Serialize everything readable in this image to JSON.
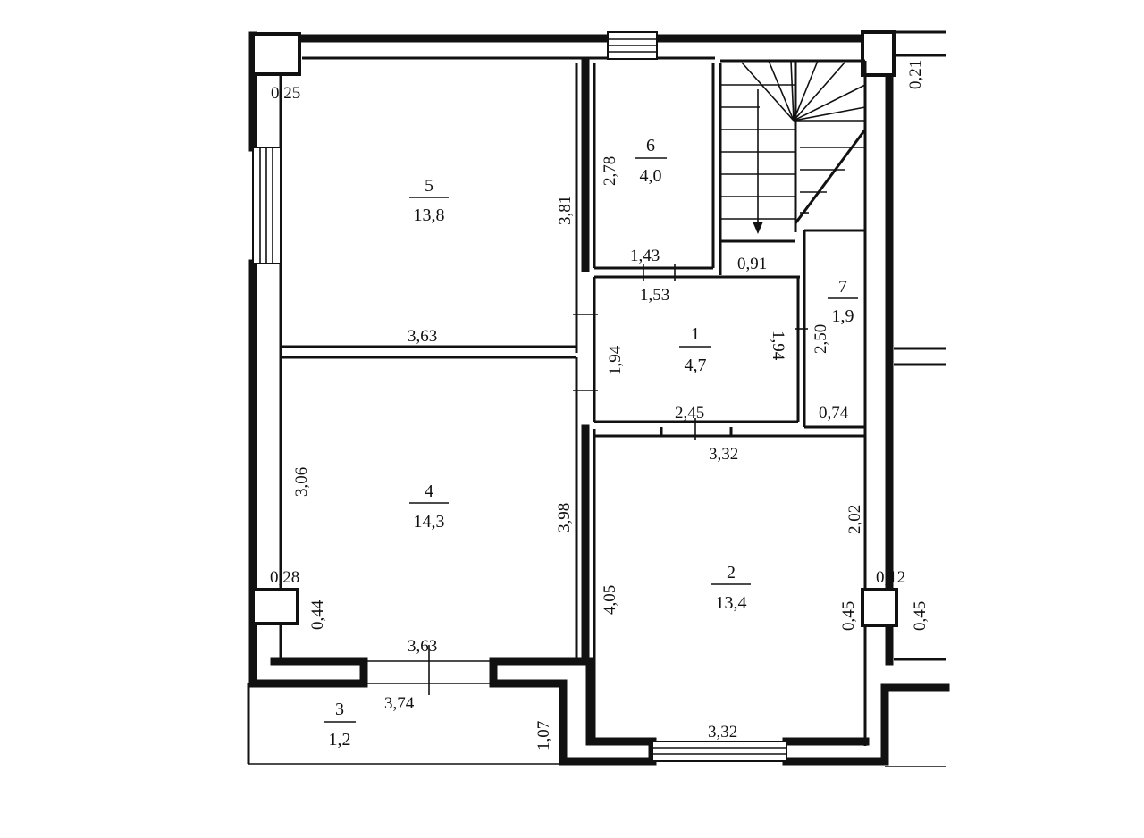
{
  "rooms": [
    {
      "number": "1",
      "area": "4,7"
    },
    {
      "number": "2",
      "area": "13,4"
    },
    {
      "number": "3",
      "area": "1,2"
    },
    {
      "number": "4",
      "area": "14,3"
    },
    {
      "number": "5",
      "area": "13,8"
    },
    {
      "number": "6",
      "area": "4,0"
    },
    {
      "number": "7",
      "area": "1,9"
    }
  ],
  "dimensions": {
    "d025": "0,25",
    "d021": "0,21",
    "d381": "3,81",
    "d278": "2,78",
    "d143": "1,43",
    "d091": "0,91",
    "d153": "1,53",
    "d363_top": "3,63",
    "d194_left": "1,94",
    "d194_right": "1,94",
    "d250": "2,50",
    "d074": "0,74",
    "d245": "2,45",
    "d332_top": "3,32",
    "d306": "3,06",
    "d398": "3,98",
    "d202": "2,02",
    "d028": "0,28",
    "d044": "0,44",
    "d012": "0,12",
    "d405": "4,05",
    "d045_a": "0,45",
    "d045_b": "0,45",
    "d363_bottom": "3,63",
    "d374": "3,74",
    "d107": "1,07",
    "d332_bottom": "3,32"
  }
}
